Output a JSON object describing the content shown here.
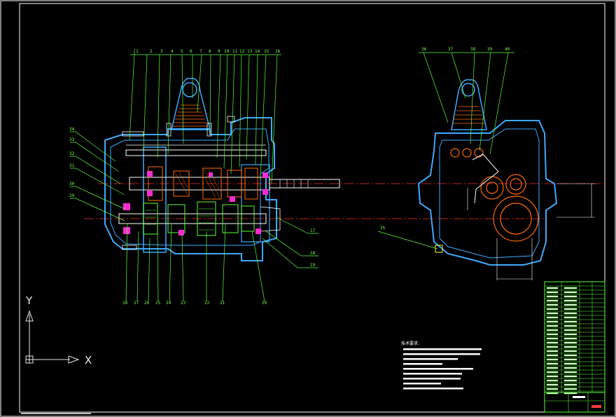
{
  "colors": {
    "background": "#000000",
    "frame": "#ffffff",
    "leader": "#5CFF3A",
    "housing": "#3FA9FF",
    "centerline": "#FF2A2A",
    "gear": "#FF6A00",
    "highlight": "#FF2AD4",
    "shaft": "#ffffff",
    "title_block": "#5CFF3A"
  },
  "top_labels": [
    "1",
    "2",
    "3",
    "4",
    "5",
    "6",
    "7",
    "8",
    "9",
    "10",
    "11",
    "12",
    "13",
    "14",
    "15",
    "16"
  ],
  "left_labels": [
    "34",
    "33",
    "32",
    "31",
    "30",
    "29"
  ],
  "right_labels": [
    "17",
    "18",
    "19"
  ],
  "bottom_labels": [
    "28",
    "27",
    "26",
    "25",
    "24",
    "23",
    "22",
    "21",
    "20"
  ],
  "side_view_labels": [
    "36",
    "37",
    "38",
    "39",
    "40"
  ],
  "side_view_callout": "35",
  "axis": {
    "x": "X",
    "y": "Y"
  },
  "notes": {
    "title": "技术要求:"
  }
}
